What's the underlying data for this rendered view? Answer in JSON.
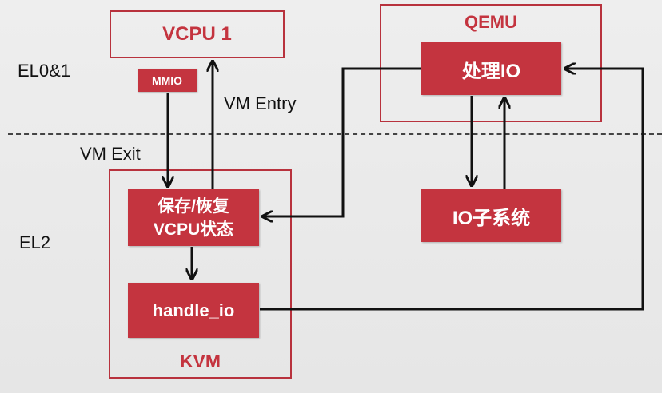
{
  "labels": {
    "el01": "EL0&1",
    "el2": "EL2",
    "vm_entry": "VM Entry",
    "vm_exit": "VM Exit"
  },
  "boxes": {
    "vcpu1": "VCPU 1",
    "qemu": "QEMU",
    "kvm": "KVM",
    "mmio": "MMIO",
    "process_io": "处理IO",
    "io_subsystem": "IO子系统",
    "save_restore_line1": "保存/恢复",
    "save_restore_line2": "VCPU状态",
    "handle_io": "handle_io"
  },
  "colors": {
    "accent": "#c4343f",
    "outline": "#b8323d",
    "background": "#eeeeee",
    "line": "#111111"
  }
}
